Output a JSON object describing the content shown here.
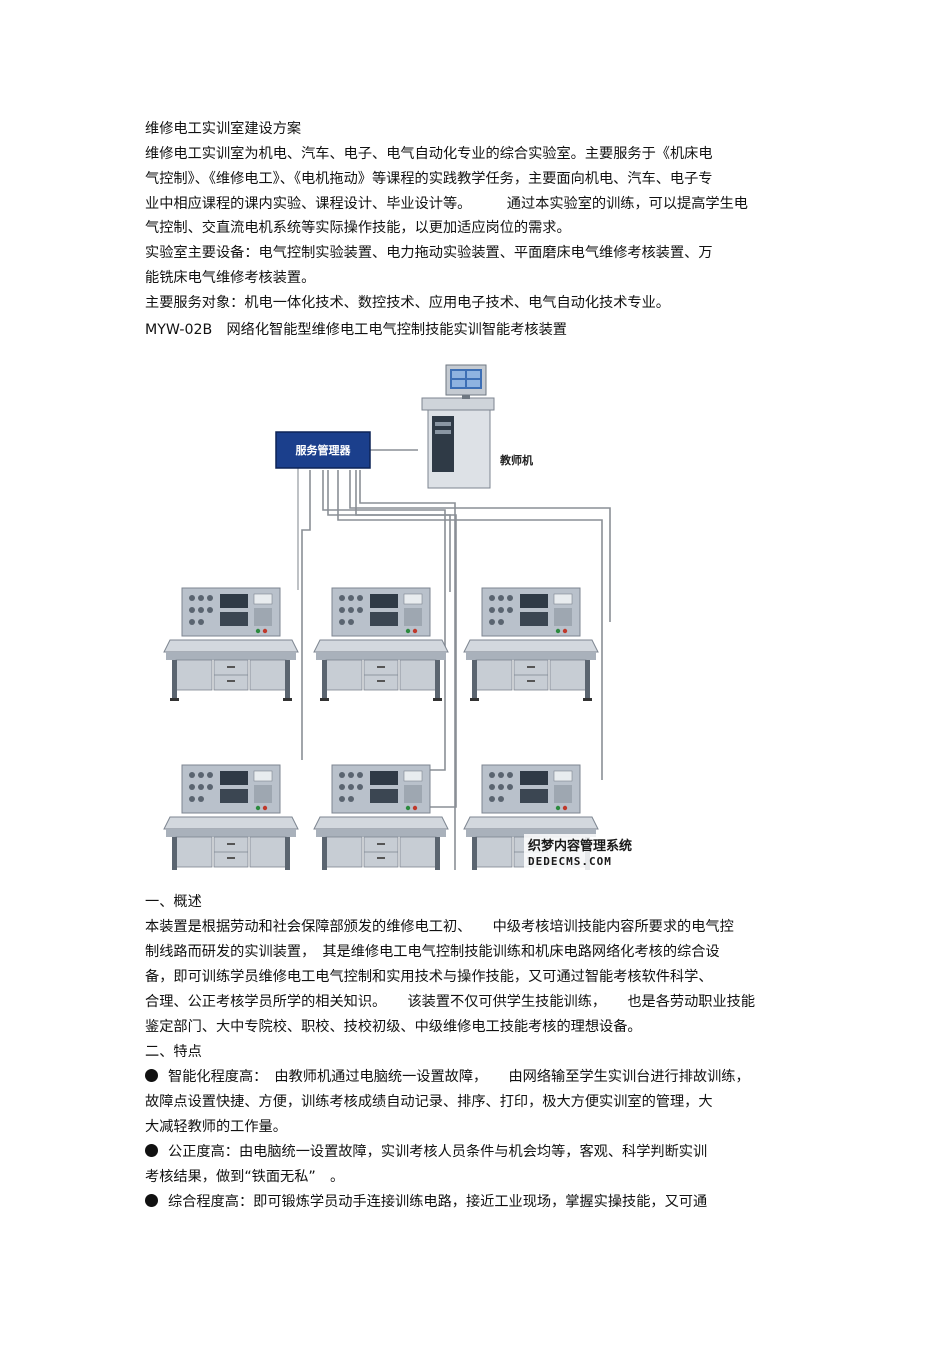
{
  "document": {
    "lines_top": [
      "维修电工实训室建设方案",
      "维修电工实训室为机电、汽车、电子、电气自动化专业的综合实验室。主要服务于《机床电",
      "气控制》、《维修电工》、《电机拖动》等课程的实践教学任务，主要面向机电、汽车、电子专",
      "业中相应课程的课内实验、课程设计、毕业设计等。　　　通过本实验室的训练，可以提高学生电",
      "气控制、交直流电机系统等实际操作技能，以更加适应岗位的需求。",
      "实验室主要设备：电气控制实验装置、电力拖动实验装置、平面磨床电气维修考核装置、万",
      "能铣床电气维修考核装置。",
      "主要服务对象：机电一体化技术、数控技术、应用电子技术、电气自动化技术专业。",
      "MYW-02B　网络化智能型维修电工电气控制技能实训智能考核装置"
    ],
    "lines_bottom": [
      "一、概述",
      "本装置是根据劳动和社会保障部颁发的维修电工初、　　中级考核培训技能内容所要求的电气控",
      "制线路而研发的实训装置，　其是维修电工电气控制技能训练和机床电路网络化考核的综合设",
      "备，即可训练学员维修电工电气控制和实用技术与操作技能，又可通过智能考核软件科学、",
      "合理、公正考核学员所学的相关知识。　　该装置不仅可供学生技能训练，　　也是各劳动职业技能",
      "鉴定部门、大中专院校、职校、技校初级、中级维修电工技能考核的理想设备。",
      "二、特点",
      "智能化程度高：　由教师机通过电脑统一设置故障，　　由网络输至学生实训台进行排故训练，",
      "故障点设置快捷、方便，训练考核成绩自动记录、排序、打印，极大方便实训室的管理，大",
      "大减轻教师的工作量。",
      "公正度高：由电脑统一设置故障，实训考核人员条件与机会均等，客观、科学判断实训",
      "考核结果，做到“铁面无私”　。",
      "综合程度高：即可锻炼学员动手连接训练电路，接近工业现场，掌握实操技能，又可通"
    ]
  },
  "figure": {
    "server_label": "服务管理器",
    "teacher_label": "教师机",
    "watermark_cn": "织梦内容管理系统",
    "watermark_en": "DEDECMS.COM",
    "server_color": "#1b3f8c"
  }
}
